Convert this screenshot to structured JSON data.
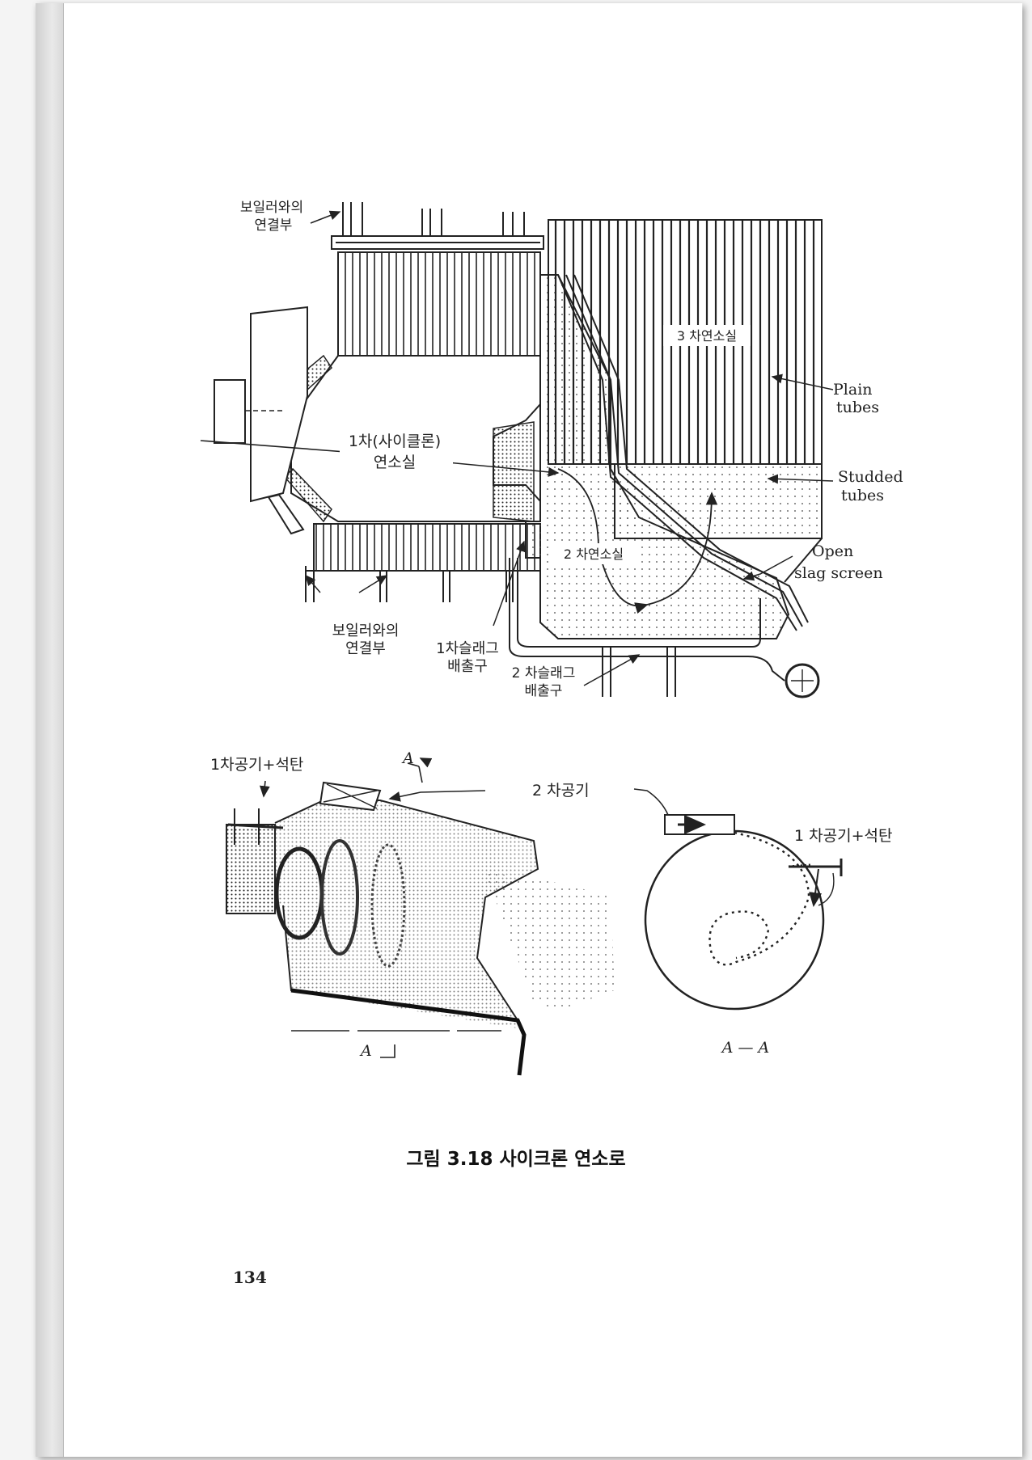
{
  "figure": {
    "labels": {
      "boiler_connection_top": [
        "보일러와의",
        "연결부"
      ],
      "tertiary_chamber": "3 차연소실",
      "plain_tubes": [
        "Plain",
        "tubes"
      ],
      "primary_chamber": [
        "1차(사이클론)",
        "연소실"
      ],
      "studded_tubes": [
        "Studded",
        "tubes"
      ],
      "secondary_chamber": "2 차연소실",
      "open_slag_screen": [
        "Open",
        "slag screen"
      ],
      "boiler_connection_bottom": [
        "보일러와의",
        "연결부"
      ],
      "primary_slag_outlet": [
        "1차슬래그",
        "배출구"
      ],
      "secondary_slag_outlet": [
        "2 차슬래그",
        "배출구"
      ],
      "primary_air_coal_left": "1차공기+석탄",
      "section_mark_top": "A",
      "secondary_air": "2 차공기",
      "primary_air_coal_right": "1 차공기+석탄",
      "section_mark_bottom": "A",
      "section_view": "A — A"
    }
  },
  "caption": "그림 3.18  사이크론 연소로",
  "page_number": "134"
}
